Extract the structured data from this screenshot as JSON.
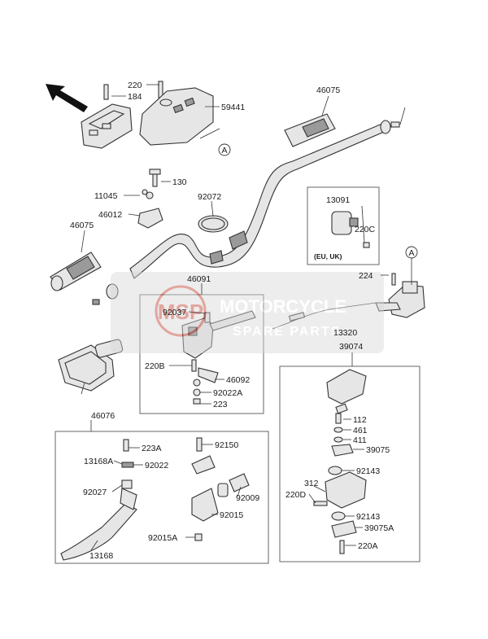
{
  "labels": {
    "l220": "220",
    "l184": "184",
    "l59441": "59441",
    "l46075a": "46075",
    "l130": "130",
    "l11045": "11045",
    "l92072": "92072",
    "l46012": "46012",
    "l46075b": "46075",
    "l13091": "13091",
    "l220C": "220C",
    "lEUUK": "(EU, UK)",
    "l224": "224",
    "l46091": "46091",
    "l92037": "92037",
    "l220B": "220B",
    "l46092": "46092",
    "l92022A": "92022A",
    "l223": "223",
    "l13320": "13320",
    "l39074": "39074",
    "l112": "112",
    "l461": "461",
    "l411": "411",
    "l39075": "39075",
    "l92143a": "92143",
    "l312": "312",
    "l220D": "220D",
    "l92143b": "92143",
    "l39075A": "39075A",
    "l220A": "220A",
    "l46076": "46076",
    "l223A": "223A",
    "l92150": "92150",
    "l13168A": "13168A",
    "l92022": "92022",
    "l92027": "92027",
    "l92009": "92009",
    "l92015": "92015",
    "l92015A": "92015A",
    "l13168": "13168",
    "refA1": "A",
    "refA2": "A"
  },
  "watermark": {
    "line1": "MOTORCYCLE",
    "line2": "SPARE PARTS",
    "logo": "MSP"
  },
  "colors": {
    "watermark": "#c0392b"
  }
}
